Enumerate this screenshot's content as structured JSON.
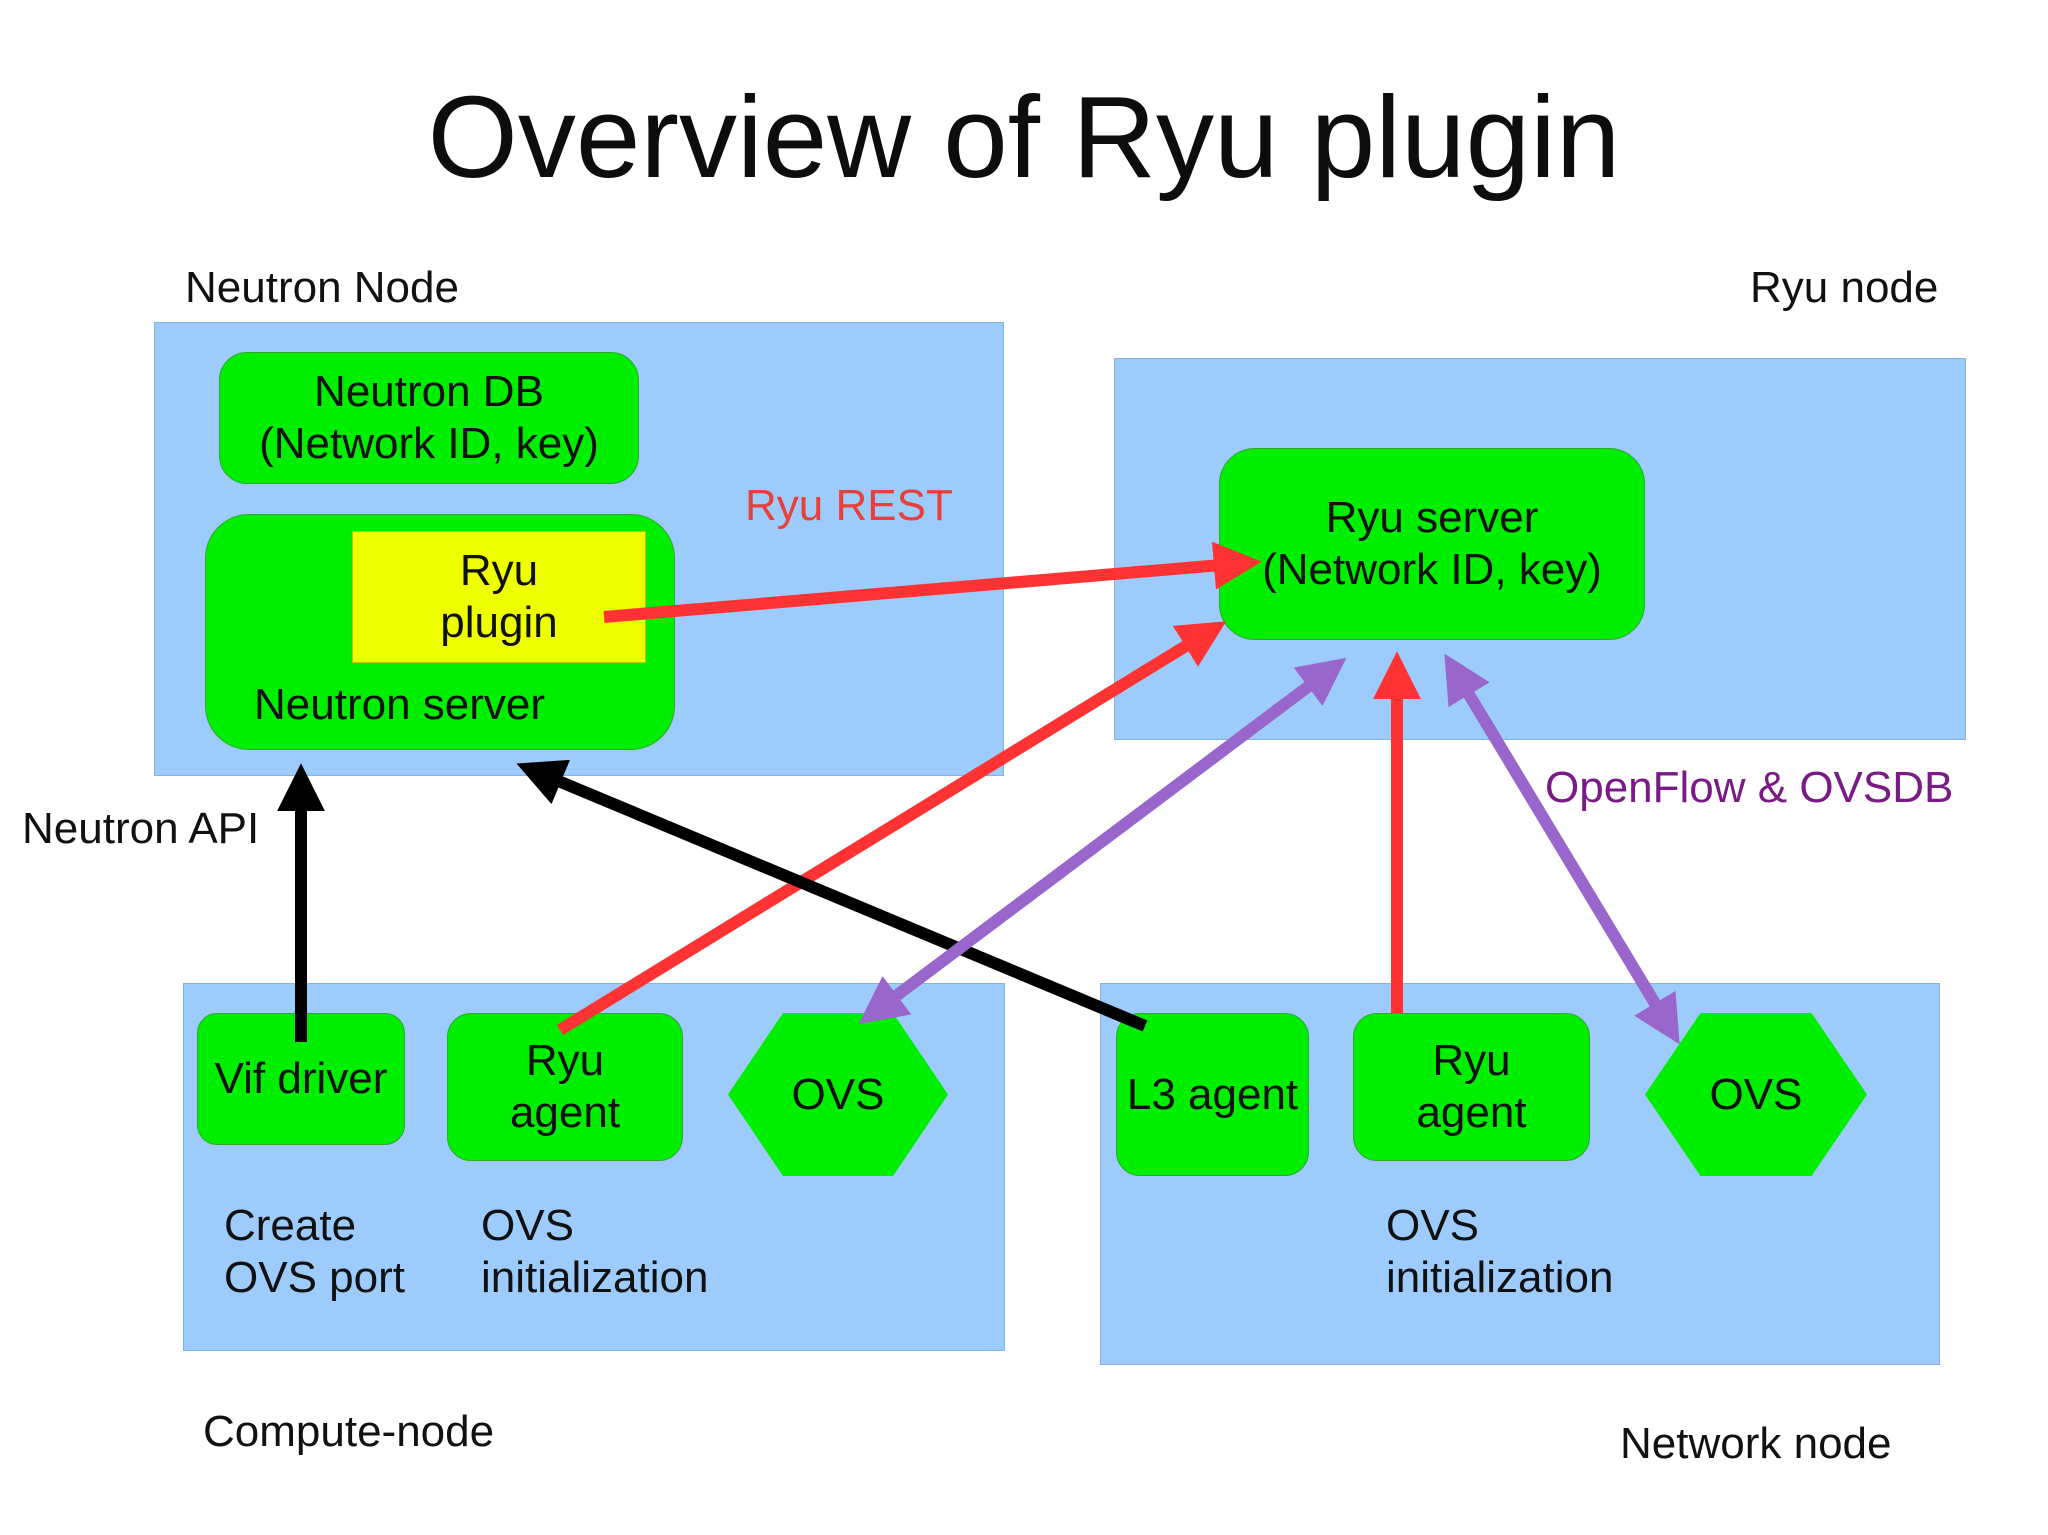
{
  "title": "Overview of Ryu plugin",
  "nodes": {
    "neutron_node": "Neutron Node",
    "ryu_node": "Ryu node",
    "compute_node": "Compute-node",
    "network_node": "Network node"
  },
  "boxes": {
    "neutron_db": "Neutron DB\n(Network ID, key)",
    "ryu_plugin": "Ryu\nplugin",
    "neutron_server": "Neutron server",
    "ryu_server": "Ryu server\n(Network ID, key)",
    "vif_driver": "Vif driver",
    "ryu_agent_compute": "Ryu\nagent",
    "ovs_compute": "OVS",
    "l3_agent": "L3 agent",
    "ryu_agent_network": "Ryu\nagent",
    "ovs_network": "OVS"
  },
  "edge_labels": {
    "ryu_rest": "Ryu REST",
    "neutron_api": "Neutron API",
    "openflow_ovsdb": "OpenFlow & OVSDB"
  },
  "notes": {
    "create_ovs_port": "Create\nOVS port",
    "ovs_init_compute": "OVS\ninitialization",
    "ovs_init_network": "OVS\ninitialization"
  },
  "colors": {
    "region": "#9dcbfc",
    "component": "#00ee00",
    "plugin": "#eeff00",
    "rest_arrow": "#ff3333",
    "openflow_arrow": "#9966cc",
    "api_arrow": "#000000",
    "rest_label": "#e8403a",
    "openflow_label": "#7a1a86"
  }
}
